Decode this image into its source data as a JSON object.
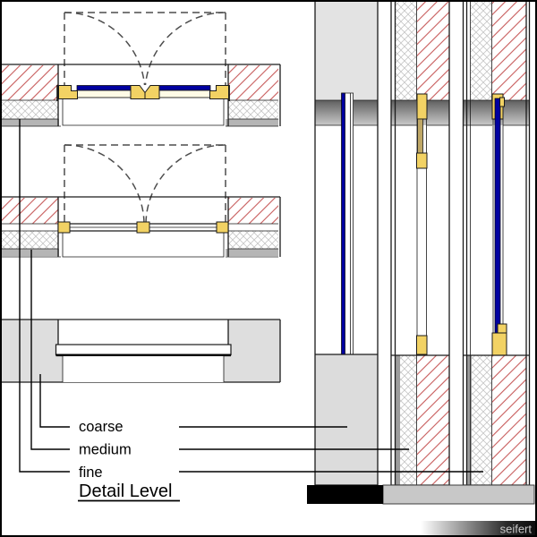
{
  "legend": {
    "title": "Detail Level",
    "items": [
      "coarse",
      "medium",
      "fine"
    ]
  },
  "signature": "seifert",
  "colors": {
    "brick_hatch_red": "#c75b5b",
    "insulation_hatch_gray": "#c6c6c6",
    "frame_yellow": "#f2d264",
    "glazing_blue": "#0000a0",
    "door_leaf_cream": "#fffbe6",
    "door_rail_tan": "#bfa766",
    "wall_light_gray": "#e3e3e3",
    "lintel_gradient_dark": "#5f5f5f",
    "lintel_gradient_light": "#c9c9c9",
    "plaster_gray": "#b5b5b5",
    "section_plaster_gray": "#9c9c9c",
    "floor_gray": "#c8c8c8",
    "scale_bar_black": "#000000",
    "line_black": "#1a1a1a"
  }
}
